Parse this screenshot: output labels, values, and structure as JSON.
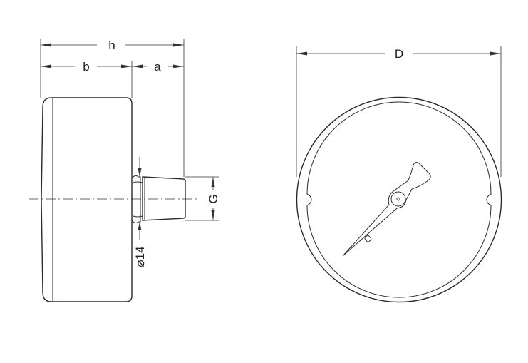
{
  "labels": {
    "h": "h",
    "b": "b",
    "a": "a",
    "G": "G",
    "diameter": "⌀14",
    "D": "D"
  }
}
